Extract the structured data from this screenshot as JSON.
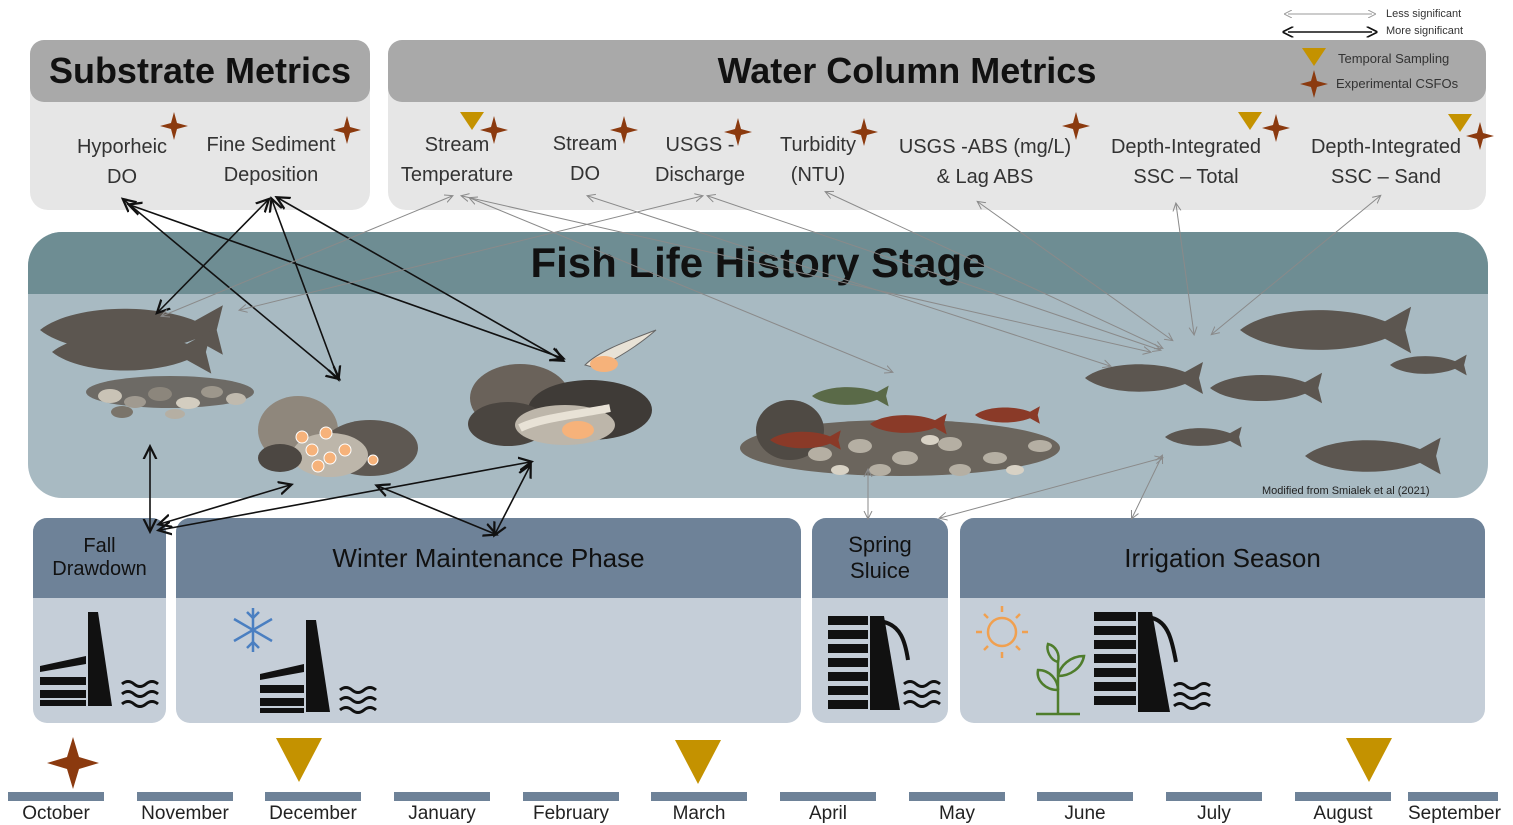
{
  "substrate": {
    "title": "Substrate Metrics",
    "metrics": [
      {
        "line1": "Hyporheic",
        "line2": "DO"
      },
      {
        "line1": "Fine Sediment",
        "line2": "Deposition"
      }
    ]
  },
  "water_column": {
    "title": "Water Column Metrics",
    "metrics": [
      {
        "line1": "Stream",
        "line2": "Temperature"
      },
      {
        "line1": "Stream",
        "line2": "DO"
      },
      {
        "line1": "USGS -",
        "line2": "Discharge"
      },
      {
        "line1": "Turbidity",
        "line2": "(NTU)"
      },
      {
        "line1": "USGS -ABS (mg/L)",
        "line2": "& Lag ABS"
      },
      {
        "line1": "Depth-Integrated",
        "line2": "SSC – Total"
      },
      {
        "line1": "Depth-Integrated",
        "line2": "SSC – Sand"
      }
    ]
  },
  "legend": {
    "less_significant": "Less significant",
    "more_significant": "More significant",
    "temporal_sampling": "Temporal Sampling",
    "experimental_csfos": "Experimental CSFOs"
  },
  "fish": {
    "title": "Fish Life History Stage",
    "credit": "Modified from Smialek et al (2021)"
  },
  "phases": {
    "fall": {
      "line1": "Fall",
      "line2": "Drawdown"
    },
    "winter": {
      "label": "Winter Maintenance Phase"
    },
    "spring": {
      "line1": "Spring",
      "line2": "Sluice"
    },
    "irrigation": {
      "label": "Irrigation Season"
    }
  },
  "months": [
    "October",
    "November",
    "December",
    "January",
    "February",
    "March",
    "April",
    "May",
    "June",
    "July",
    "August",
    "September"
  ],
  "colors": {
    "header_gray": "#a9a9a9",
    "panel_gray": "#e6e6e6",
    "fish_header": "#6e8d93",
    "fish_body": "#a8bac2",
    "phase_header": "#6e8298",
    "phase_body": "#c5ced8",
    "star": "#8b3a0f",
    "triangle": "#c49200"
  }
}
